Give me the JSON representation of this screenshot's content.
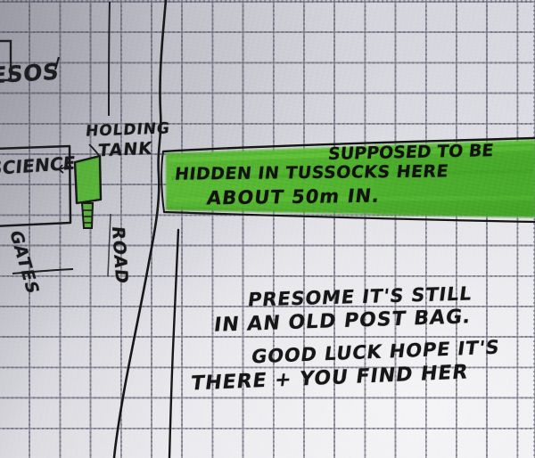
{
  "media": {
    "kind": "photograph-of-hand-drawn-map",
    "surface": "dotted-grid-graph-paper",
    "ink_color": "#141414",
    "highlighter_color": "#4fb02c",
    "paper_color": "#dcdce2"
  },
  "map_labels": {
    "building_left_top": "ESOS",
    "building_left_lower": "SCIENCE",
    "holding_tank_line1": "HOLDING",
    "holding_tank_line2": "TANK",
    "gates": "GATES",
    "road": "ROAD"
  },
  "highlighted_band": {
    "line1": "SUPPOSED TO BE",
    "line2": "HIDDEN IN TUSSOCKS HERE",
    "line3": "ABOUT 50m IN.",
    "distance_value": "50m",
    "fill_color": "#4fb02c"
  },
  "notes": {
    "line1": "PRESOME IT'S STILL",
    "line2": "IN AN OLD POST BAG.",
    "line3": "GOOD LUCK HOPE IT'S",
    "line4": "THERE + YOU FIND HER"
  }
}
